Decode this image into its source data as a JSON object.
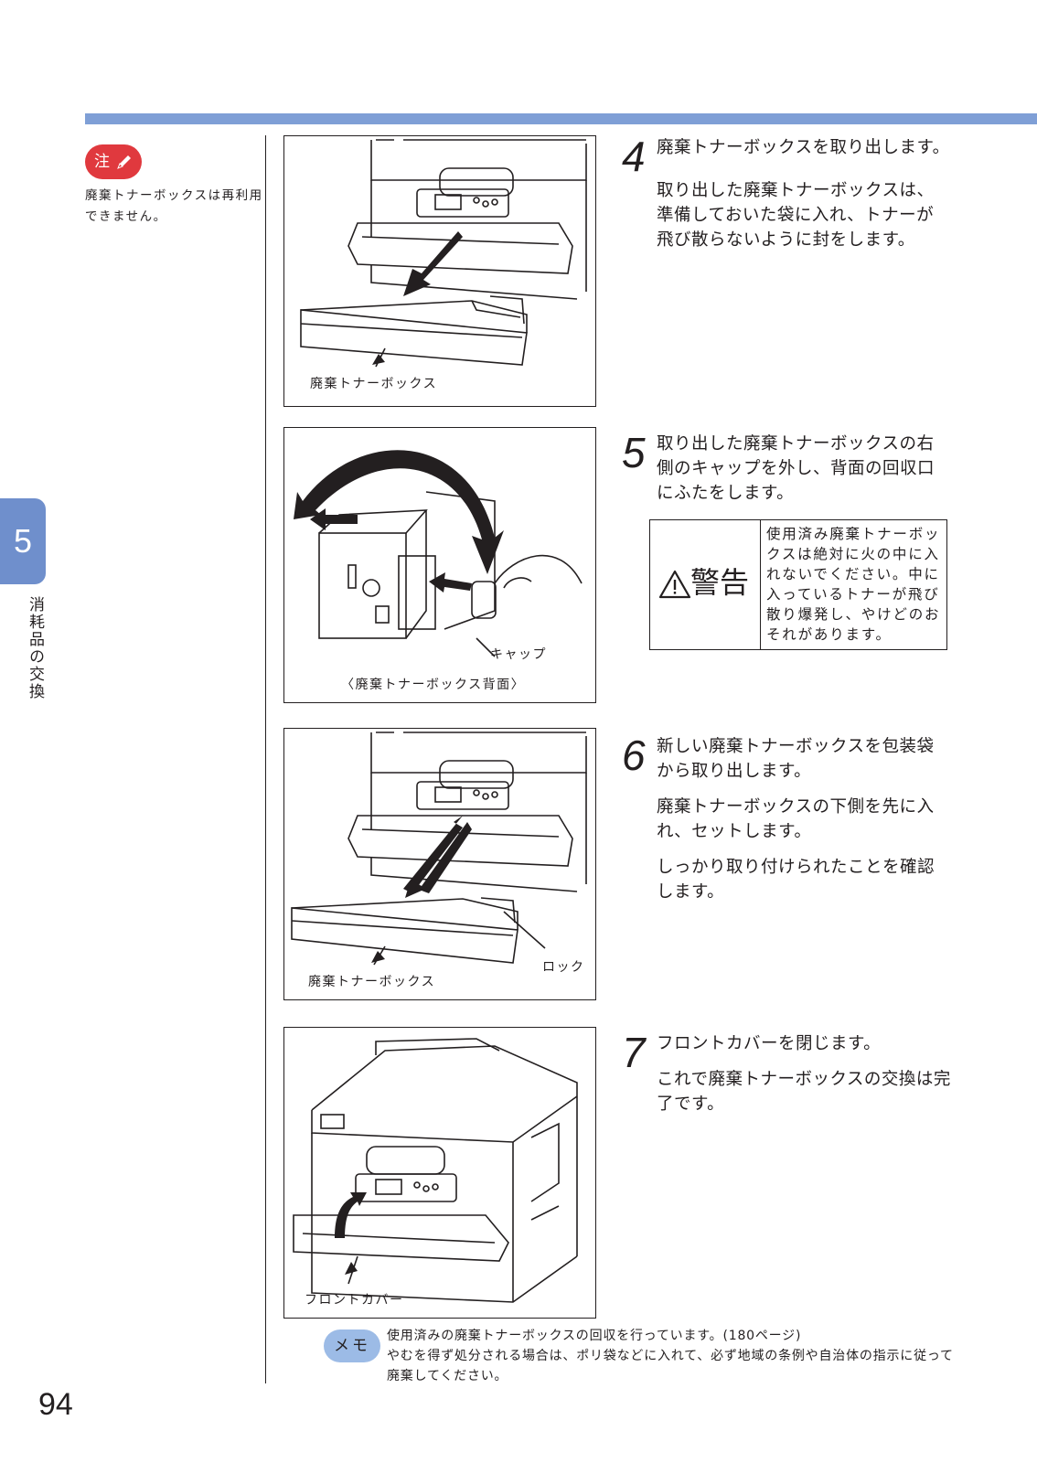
{
  "note": {
    "badge": "注",
    "text": "廃棄トナーボックスは再利用できません。"
  },
  "chapter": {
    "number": "5",
    "title": "消耗品の交換"
  },
  "figures": {
    "fig1_label": "廃棄トナーボックス",
    "fig2_cap_label": "キャップ",
    "fig2_caption": "〈廃棄トナーボックス背面〉",
    "fig3_label": "廃棄トナーボックス",
    "fig3_lock_label": "ロック",
    "fig4_label": "フロントカバー"
  },
  "steps": [
    {
      "number": "4",
      "lines": [
        "廃棄トナーボックスを取り出します。",
        "取り出した廃棄トナーボックスは、準備しておいた袋に入れ、トナーが飛び散らないように封をします。"
      ]
    },
    {
      "number": "5",
      "lines": [
        "取り出した廃棄トナーボックスの右側のキャップを外し、背面の回収口にふたをします。"
      ]
    },
    {
      "number": "6",
      "lines": [
        "新しい廃棄トナーボックスを包装袋から取り出します。",
        "廃棄トナーボックスの下側を先に入れ、セットします。",
        "しっかり取り付けられたことを確認します。"
      ]
    },
    {
      "number": "7",
      "lines": [
        "フロントカバーを閉じます。",
        "これで廃棄トナーボックスの交換は完了です。"
      ]
    }
  ],
  "warning": {
    "label": "警告",
    "text": "使用済み廃棄トナーボックスは絶対に火の中に入れないでください。中に入っているトナーが飛び散り爆発し、やけどのおそれがあります。"
  },
  "memo": {
    "badge": "メモ",
    "line1": "使用済みの廃棄トナーボックスの回収を行っています。(180ページ)",
    "line2": "やむを得ず処分される場合は、ポリ袋などに入れて、必ず地域の条例や自治体の指示に従って廃棄してください。"
  },
  "page_number": "94",
  "colors": {
    "top_bar": "#7f9fd6",
    "note_badge": "#e0393e",
    "chapter_tab": "#6f8fcc",
    "memo_badge": "#9cbbe6"
  }
}
